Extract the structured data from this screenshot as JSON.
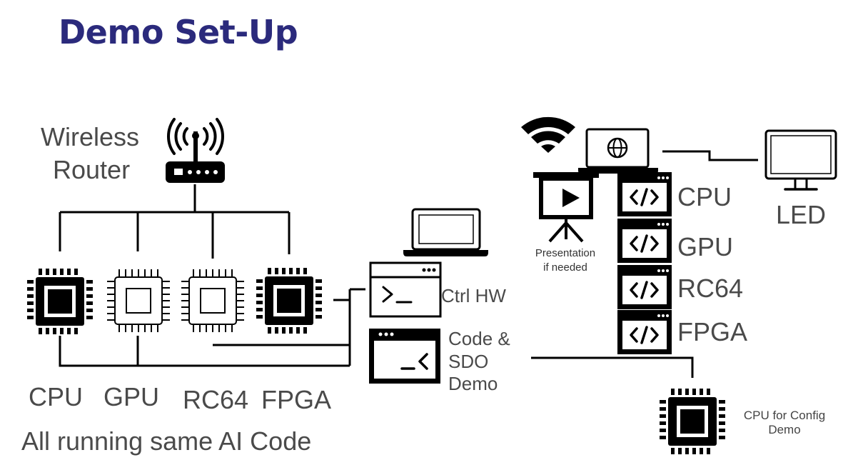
{
  "title": "Demo Set-Up",
  "wireless_router": {
    "line1": "Wireless",
    "line2": "Router"
  },
  "chip_labels": {
    "cpu": "CPU",
    "gpu": "GPU",
    "rc64": "RC64",
    "fpga": "FPGA"
  },
  "caption": "All running same AI Code",
  "ctrl_hw": "Ctrl HW",
  "code_sdo": {
    "line1": "Code &",
    "line2": "SDO",
    "line3": "Demo"
  },
  "presentation": {
    "line1": "Presentation",
    "line2": "if needed"
  },
  "code_windows": {
    "cpu": "CPU",
    "gpu": "GPU",
    "rc64": "RC64",
    "fpga": "FPGA"
  },
  "led": "LED",
  "cpu_config": {
    "line1": "CPU for Config",
    "line2": "Demo"
  },
  "colors": {
    "title": "#2b2a7c",
    "label_text": "#4a4a4a",
    "line": "#000000"
  }
}
